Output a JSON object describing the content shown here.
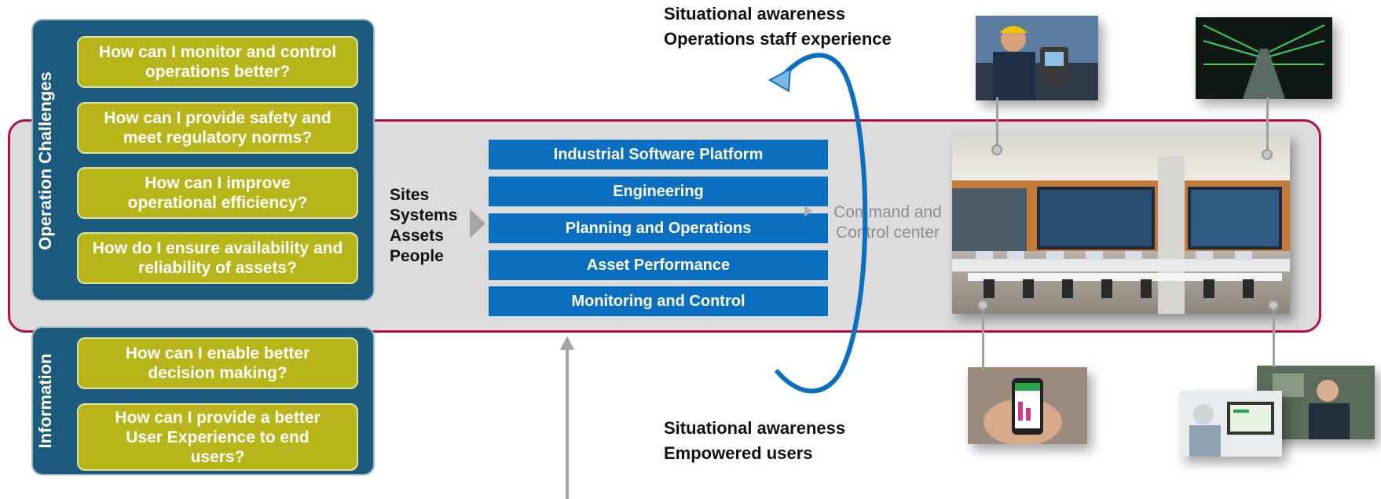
{
  "challenges": {
    "title": "Operation Challenges",
    "questions": [
      "How can I monitor and control operations better?",
      "How can I provide safety and meet regulatory norms?",
      "How can I improve operational efficiency?",
      "How do I ensure availability and reliability of assets?"
    ]
  },
  "information": {
    "title": "Information",
    "questions": [
      "How can I enable better decision making?",
      "How can I provide a better User Experience to end users?"
    ]
  },
  "inputs": [
    "Sites",
    "Systems",
    "Assets",
    "People"
  ],
  "layers": [
    "Industrial Software Platform",
    "Engineering",
    "Planning and Operations",
    "Asset Performance",
    "Monitoring and Control"
  ],
  "command_center": "Command and Control center",
  "awareness_top": {
    "line1": "Situational awareness",
    "line2": "Operations staff experience"
  },
  "awareness_bottom": {
    "line1": "Situational awareness",
    "line2": "Empowered users"
  },
  "colors": {
    "band_border": "#b3104a",
    "panel": "#1d5b7e",
    "question": "#b8b51a",
    "layer": "#0a6fc0",
    "cycle_arrow": "#0a6fc0"
  }
}
